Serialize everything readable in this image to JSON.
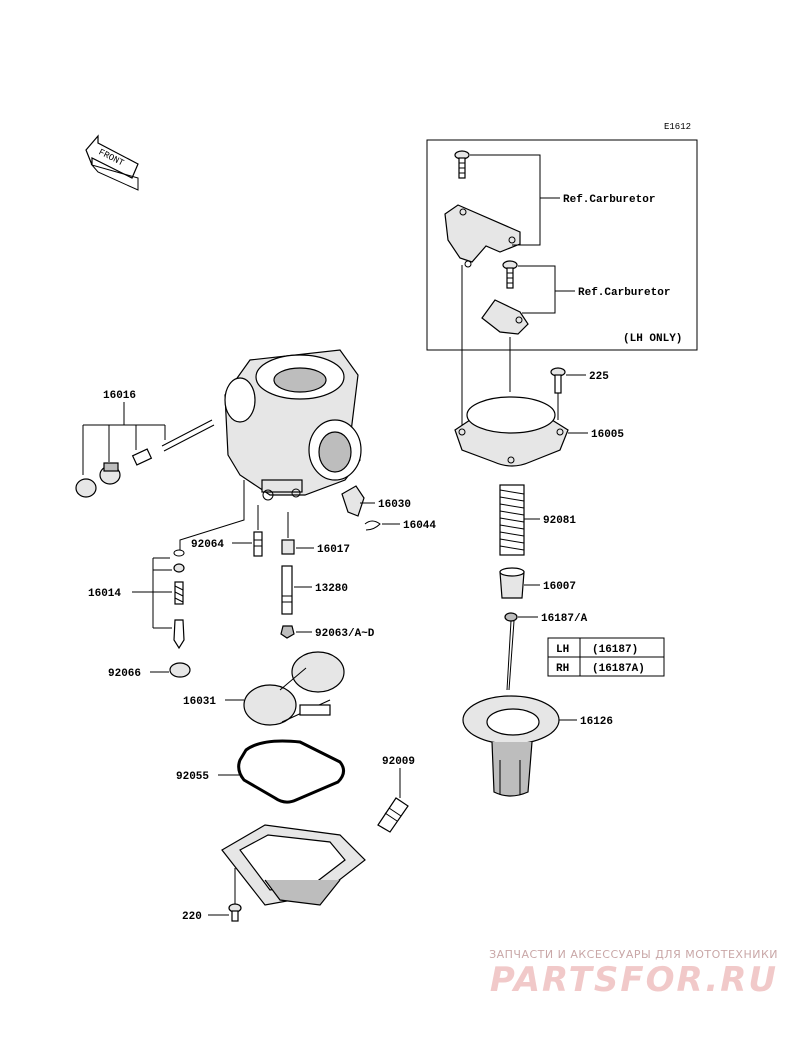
{
  "diagram_code": "E1612",
  "front_marker": "FRONT",
  "refs": {
    "ref1": "Ref.Carburetor",
    "ref2": "Ref.Carburetor",
    "lh_only": "(LH ONLY)"
  },
  "parts": {
    "p16016": "16016",
    "p92064": "92064",
    "p16017": "16017",
    "p16030": "16030",
    "p16044": "16044",
    "p16014": "16014",
    "p13280": "13280",
    "p92063": "92063/A~D",
    "p92066": "92066",
    "p16031": "16031",
    "p92055": "92055",
    "p92009": "92009",
    "p220": "220",
    "p225": "225",
    "p16005": "16005",
    "p92081": "92081",
    "p16007": "16007",
    "p16187": "16187/A",
    "p16126": "16126"
  },
  "variant_table": {
    "rows": [
      {
        "side": "LH",
        "part": "(16187)"
      },
      {
        "side": "RH",
        "part": "(16187A)"
      }
    ]
  },
  "watermark": {
    "top_text": "ЗАПЧАСТИ И АКСЕССУАРЫ ДЛЯ МОТОТЕХНИКИ",
    "logo_text": "PARTSFOR.RU"
  },
  "colors": {
    "line": "#000000",
    "background": "#ffffff",
    "watermark": "#f1c9c9"
  }
}
